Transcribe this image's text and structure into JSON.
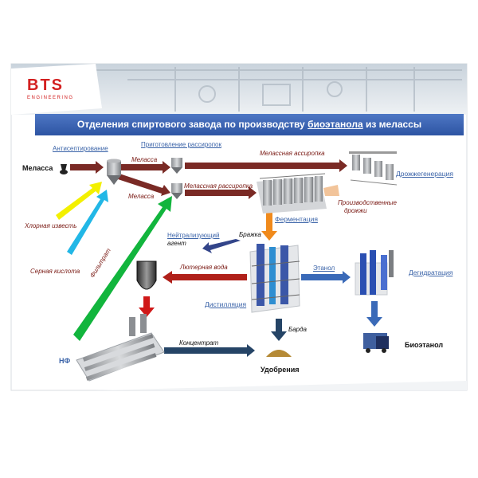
{
  "logo": {
    "name": "BTS",
    "tagline": "ENGINEERING"
  },
  "title": {
    "prefix": "Отделения спиртового завода по производству ",
    "highlight": "биоэтанола",
    "suffix": " из мелассы"
  },
  "labels": {
    "molasses_in": "Меласса",
    "antiseptic": "Антисептирование",
    "preparation": "Приготовление рассиропок",
    "molasses_top": "Меласса",
    "molasses_mid": "Меласса",
    "molasses_syrup_top": "Мелассная ассиропка",
    "molasses_syrup_mid": "Мелассная рассиропка",
    "yeast_generation": "Дрожжегенерация",
    "production_yeast_1": "Производственные",
    "production_yeast_2": "дрожжи",
    "fermentation": "Ферментация",
    "chlorine_lime": "Хлорная известь",
    "sulfuric_acid": "Серная кислота",
    "filtrate": "Фильтрат",
    "neutralizing_1": "Нейтрализующий",
    "neutralizing_2": "агент",
    "mash": "Бражка",
    "luter_water": "Лютерная вода",
    "ethanol": "Этанол",
    "dehydration": "Дегидратация",
    "distillation": "Дистилляция",
    "stillage": "Барда",
    "nf": "НФ",
    "concentrate": "Концентрат",
    "fertilizers": "Удобрения",
    "bioethanol": "Биоэтанол"
  },
  "colors": {
    "header": "#2d54a3",
    "dark_red_arrow": "#7a2a25",
    "yellow_arrow": "#f3f000",
    "cyan_arrow": "#22b7e6",
    "green_arrow": "#12b53d",
    "orange_arrow": "#f08a1c",
    "navy_arrow": "#254466",
    "red_arrow": "#d01818",
    "blue_arrow": "#3a6ab8"
  }
}
